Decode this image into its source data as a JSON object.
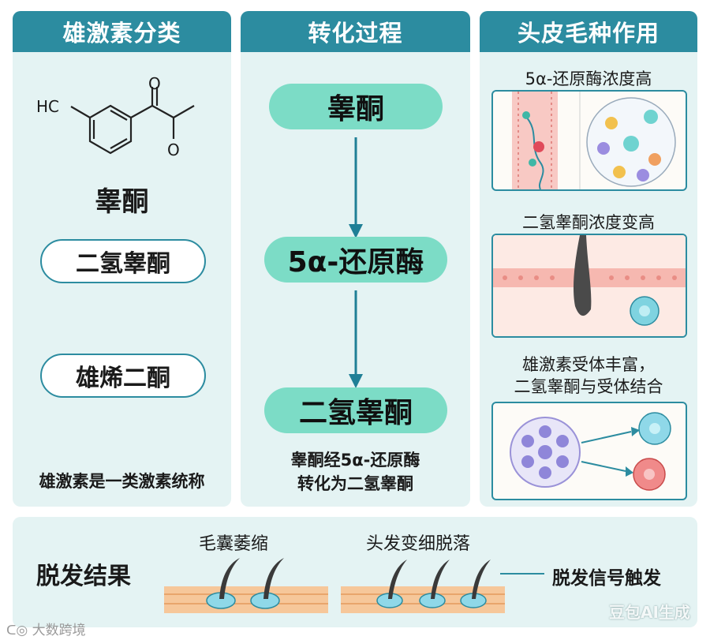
{
  "panels": {
    "classification": {
      "title": "雄激素分类",
      "molecule_label": "HC",
      "molecule_o_top": "O",
      "molecule_o_side": "O",
      "main_label": "睾酮",
      "pill1": "二氢睾酮",
      "pill2": "雄烯二酮",
      "footer": "雄激素是一类激素统称"
    },
    "process": {
      "title": "转化过程",
      "step1": "睾酮",
      "step2": "5α-还原酶",
      "step3": "二氢睾酮",
      "caption_line1": "睾酮经5α-还原酶",
      "caption_line2": "转化为二氢睾酮"
    },
    "scalp": {
      "title": "头皮毛种作用",
      "label1": "5α-还原酶浓度高",
      "label2": "二氢睾酮浓度变高",
      "label3_line1": "雄激素受体丰富，",
      "label3_line2": "二氢睾酮与受体结合"
    }
  },
  "result": {
    "title": "脱发结果",
    "label_atrophy": "毛囊萎缩",
    "label_thinning": "头发变细脱落",
    "signal": "脱发信号触发"
  },
  "watermarks": {
    "bottom_left": "大数跨境",
    "bottom_right": "豆包AI生成"
  },
  "colors": {
    "header": "#2c8ca0",
    "panel_bg": "#e4f3f3",
    "pill_fill": "#7cdcc6",
    "arrow": "#1f7f96"
  }
}
